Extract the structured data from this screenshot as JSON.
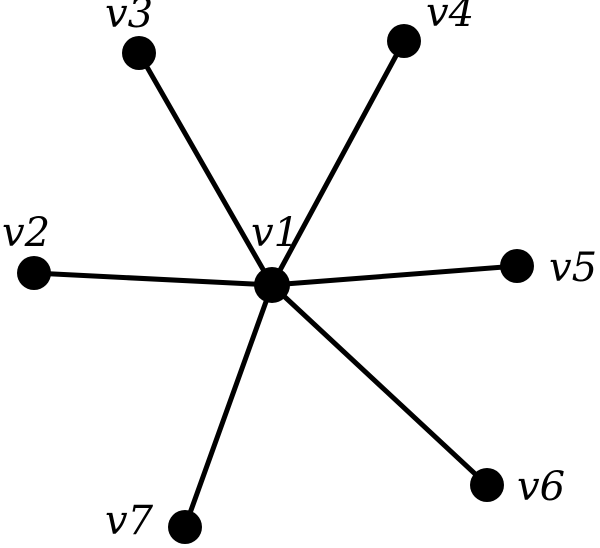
{
  "graph": {
    "type": "star",
    "node_color": "#000000",
    "edge_color": "#000000",
    "nodes": [
      {
        "id": "v1",
        "label": "v1"
      },
      {
        "id": "v2",
        "label": "v2"
      },
      {
        "id": "v3",
        "label": "v3"
      },
      {
        "id": "v4",
        "label": "v4"
      },
      {
        "id": "v5",
        "label": "v5"
      },
      {
        "id": "v6",
        "label": "v6"
      },
      {
        "id": "v7",
        "label": "v7"
      }
    ],
    "edges": [
      {
        "from": "v1",
        "to": "v2"
      },
      {
        "from": "v1",
        "to": "v3"
      },
      {
        "from": "v1",
        "to": "v4"
      },
      {
        "from": "v1",
        "to": "v5"
      },
      {
        "from": "v1",
        "to": "v6"
      },
      {
        "from": "v1",
        "to": "v7"
      }
    ]
  }
}
